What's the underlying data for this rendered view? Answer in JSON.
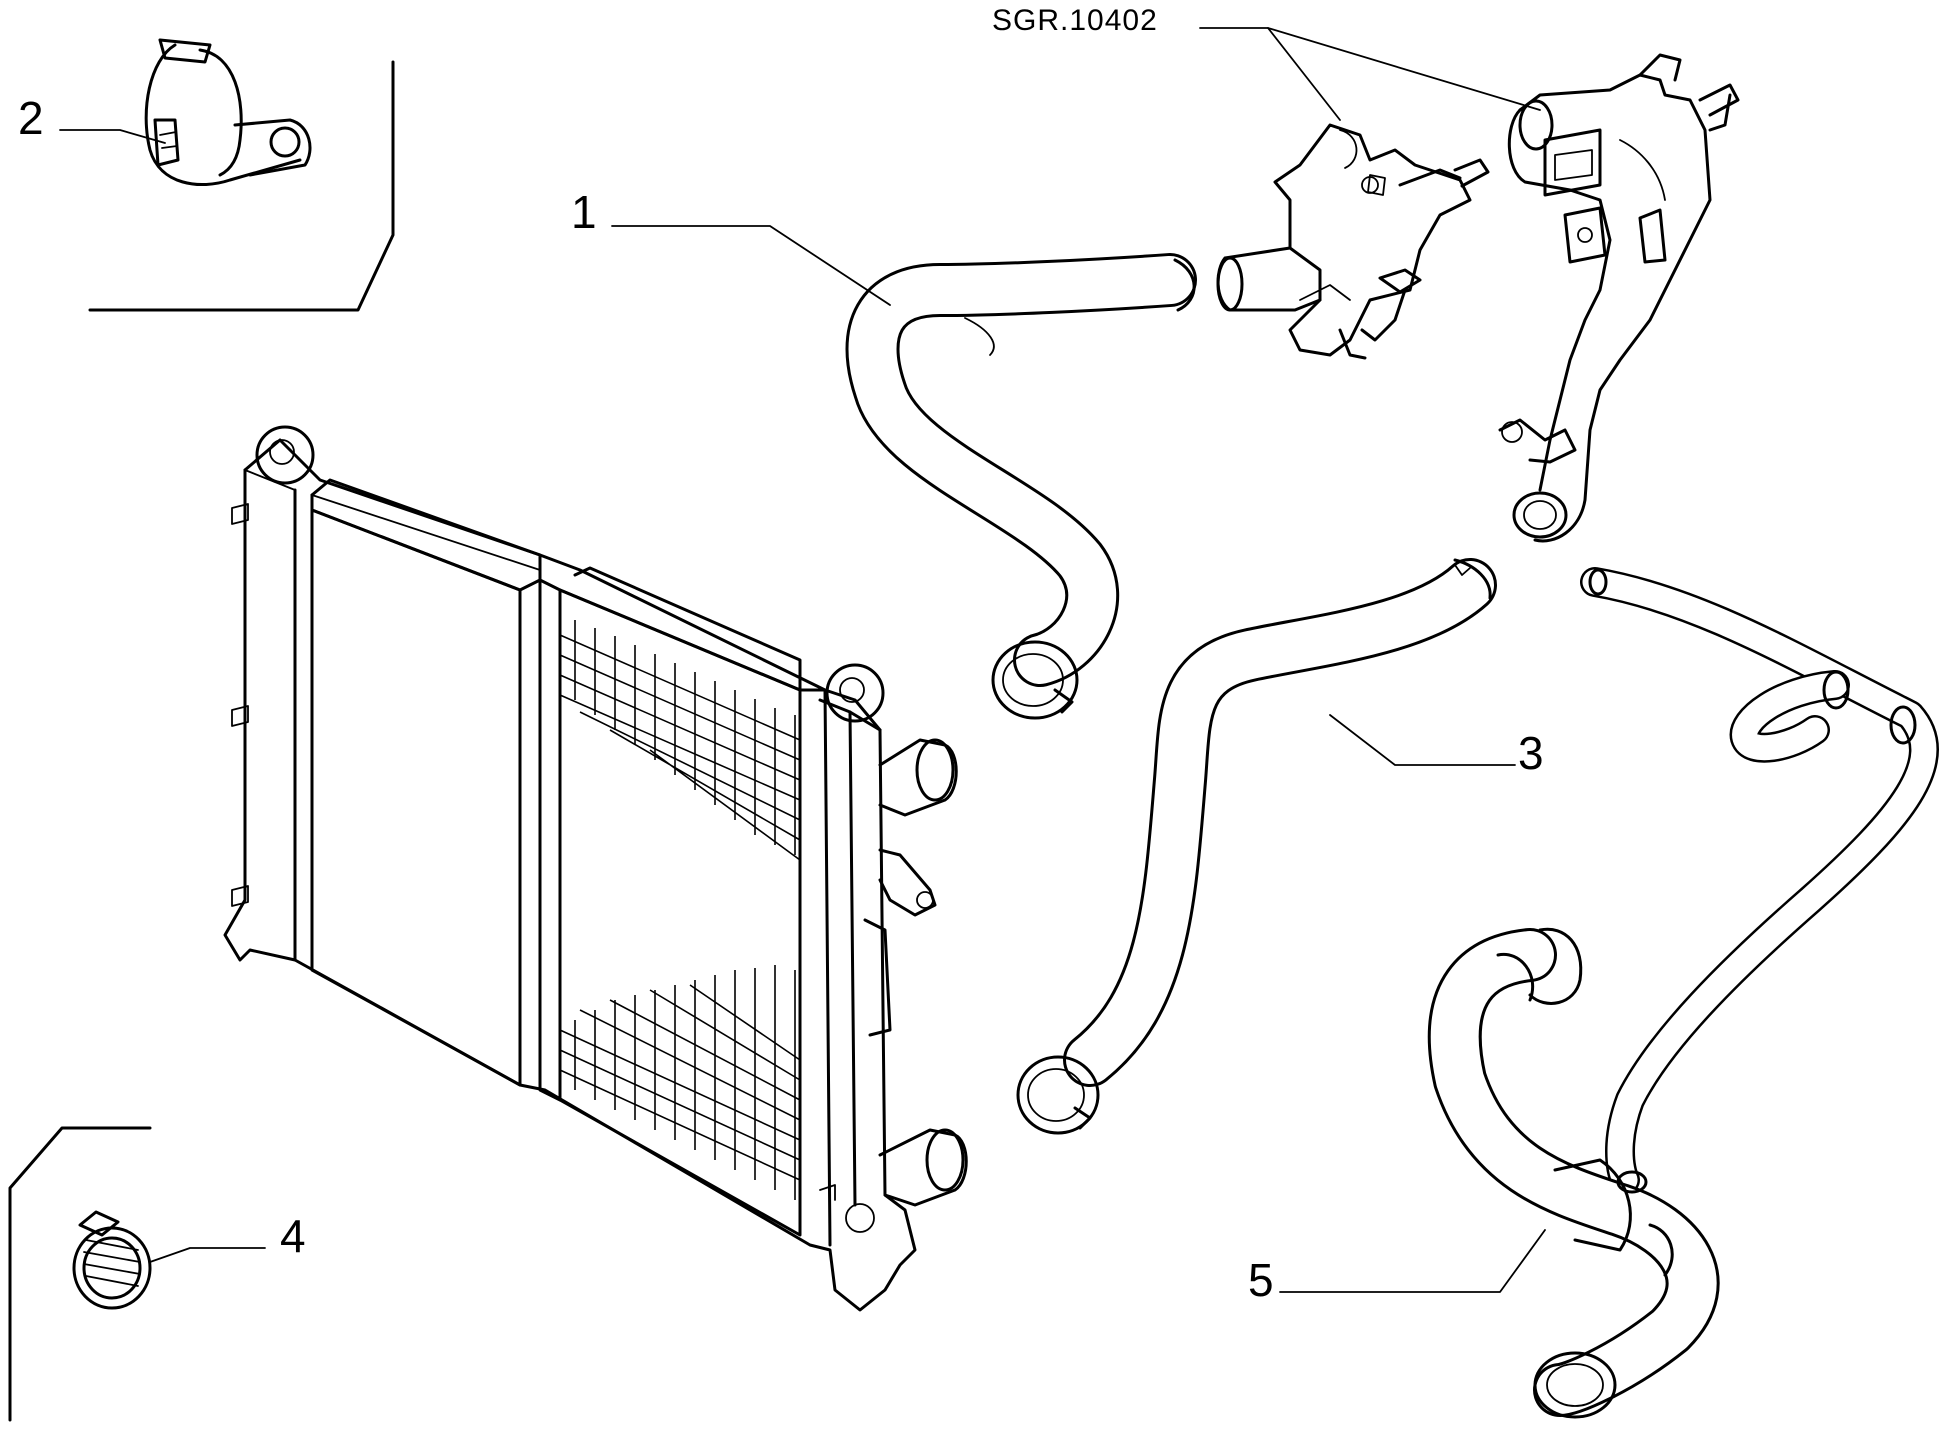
{
  "drawing": {
    "reference_code": "SGR.10402",
    "callouts": [
      {
        "id": "1",
        "text": "1"
      },
      {
        "id": "2",
        "text": "2"
      },
      {
        "id": "3",
        "text": "3"
      },
      {
        "id": "4",
        "text": "4"
      },
      {
        "id": "5",
        "text": "5"
      }
    ]
  }
}
